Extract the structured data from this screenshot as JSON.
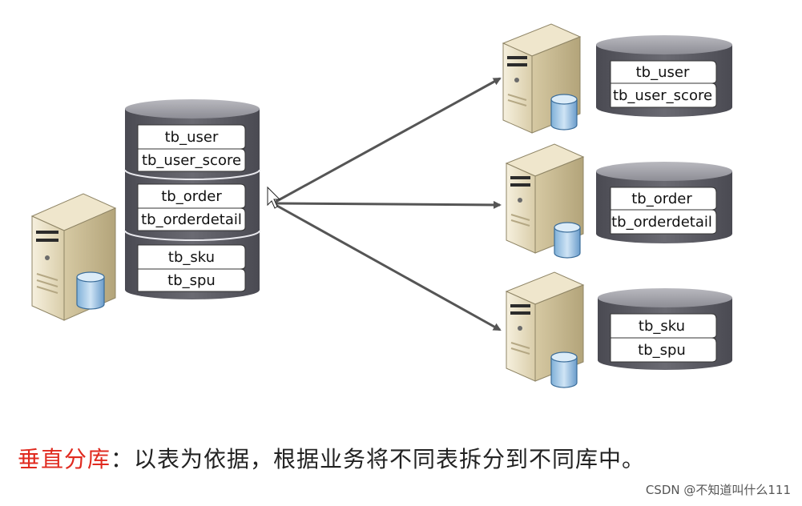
{
  "source": {
    "tables": [
      "tb_user",
      "tb_user_score",
      "tb_order",
      "tb_orderdetail",
      "tb_sku",
      "tb_spu"
    ]
  },
  "targets": [
    {
      "tables": [
        "tb_user",
        "tb_user_score"
      ]
    },
    {
      "tables": [
        "tb_order",
        "tb_orderdetail"
      ]
    },
    {
      "tables": [
        "tb_sku",
        "tb_spu"
      ]
    }
  ],
  "caption": {
    "term": "垂直分库",
    "separator": "：",
    "text": "以表为依据，根据业务将不同表拆分到不同库中。"
  },
  "watermark": "CSDN @不知道叫什么111",
  "colors": {
    "caption_term": "#e02a1f",
    "db_body": "#5b5b63",
    "server_beige": "#ece2c6",
    "arrow": "#555555"
  }
}
